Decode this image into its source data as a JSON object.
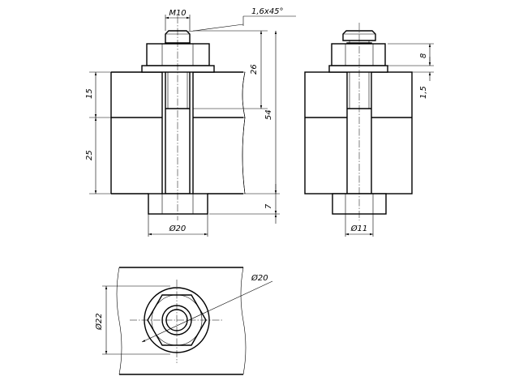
{
  "front_view": {
    "dim_thread": "M10",
    "dim_chamfer": "1,6x45°",
    "dim_plate_top": "15",
    "dim_plate_bottom": "25",
    "dim_thread_length": "26",
    "dim_bolt_length": "54",
    "dim_head_height": "7",
    "dim_head_diameter": "Ø20"
  },
  "side_view": {
    "dim_nut_height": "8",
    "dim_washer_thickness": "1,5",
    "dim_hole_diameter": "Ø11"
  },
  "top_view": {
    "dim_washer_diameter": "Ø20",
    "dim_nut_across_corners": "Ø22"
  }
}
